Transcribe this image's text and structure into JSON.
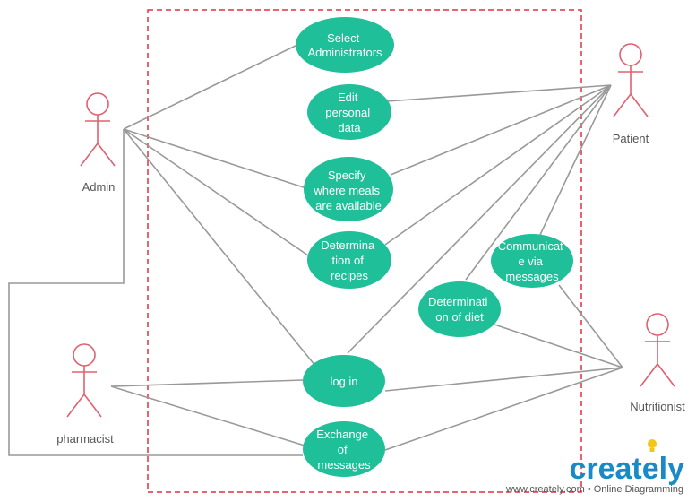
{
  "diagram": {
    "actors": [
      {
        "id": "admin",
        "label": "Admin"
      },
      {
        "id": "patient",
        "label": "Patient"
      },
      {
        "id": "pharmacist",
        "label": "pharmacist"
      },
      {
        "id": "nutritionist",
        "label": "Nutritionist"
      }
    ],
    "use_cases": [
      {
        "id": "select_admins",
        "lines": [
          "Select",
          "Administrators"
        ]
      },
      {
        "id": "edit_personal",
        "lines": [
          "Edit",
          "personal",
          "data"
        ]
      },
      {
        "id": "specify_meals",
        "lines": [
          "Specify",
          "where meals",
          "are available"
        ]
      },
      {
        "id": "determination_recipes",
        "lines": [
          "Determina",
          "tion of",
          "recipes"
        ]
      },
      {
        "id": "communicate",
        "lines": [
          "Communicat",
          "e via",
          "messages"
        ]
      },
      {
        "id": "determination_diet",
        "lines": [
          "Determinati",
          "on of diet"
        ]
      },
      {
        "id": "login",
        "lines": [
          "log in"
        ]
      },
      {
        "id": "exchange",
        "lines": [
          "Exchange",
          "of",
          "messages"
        ]
      }
    ],
    "colors": {
      "use_case_fill": "#1fbf99",
      "actor_stroke": "#e06070",
      "line": "#999999",
      "boundary": "#e03040"
    }
  },
  "branding": {
    "logo": "creately",
    "footer": "www.creately.com • Online Diagramming"
  }
}
